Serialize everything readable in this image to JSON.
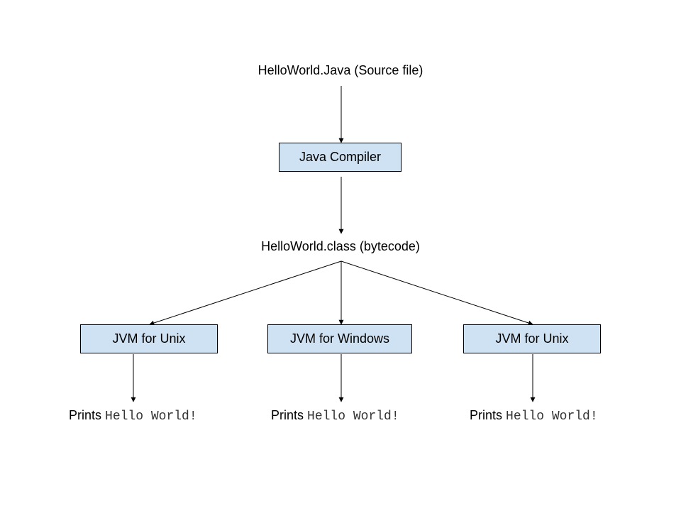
{
  "diagram": {
    "source_file": "HelloWorld.Java (Source file)",
    "compiler": "Java Compiler",
    "bytecode": "HelloWorld.class (bytecode)",
    "jvms": [
      {
        "label": "JVM for Unix"
      },
      {
        "label": "JVM for Windows"
      },
      {
        "label": "JVM for Unix"
      }
    ],
    "outputs": [
      {
        "prefix": "Prints",
        "code": "Hello World!"
      },
      {
        "prefix": "Prints",
        "code": "Hello World!"
      },
      {
        "prefix": "Prints",
        "code": "Hello World!"
      }
    ]
  },
  "colors": {
    "box_fill": "#cfe2f3",
    "stroke": "#000000"
  }
}
